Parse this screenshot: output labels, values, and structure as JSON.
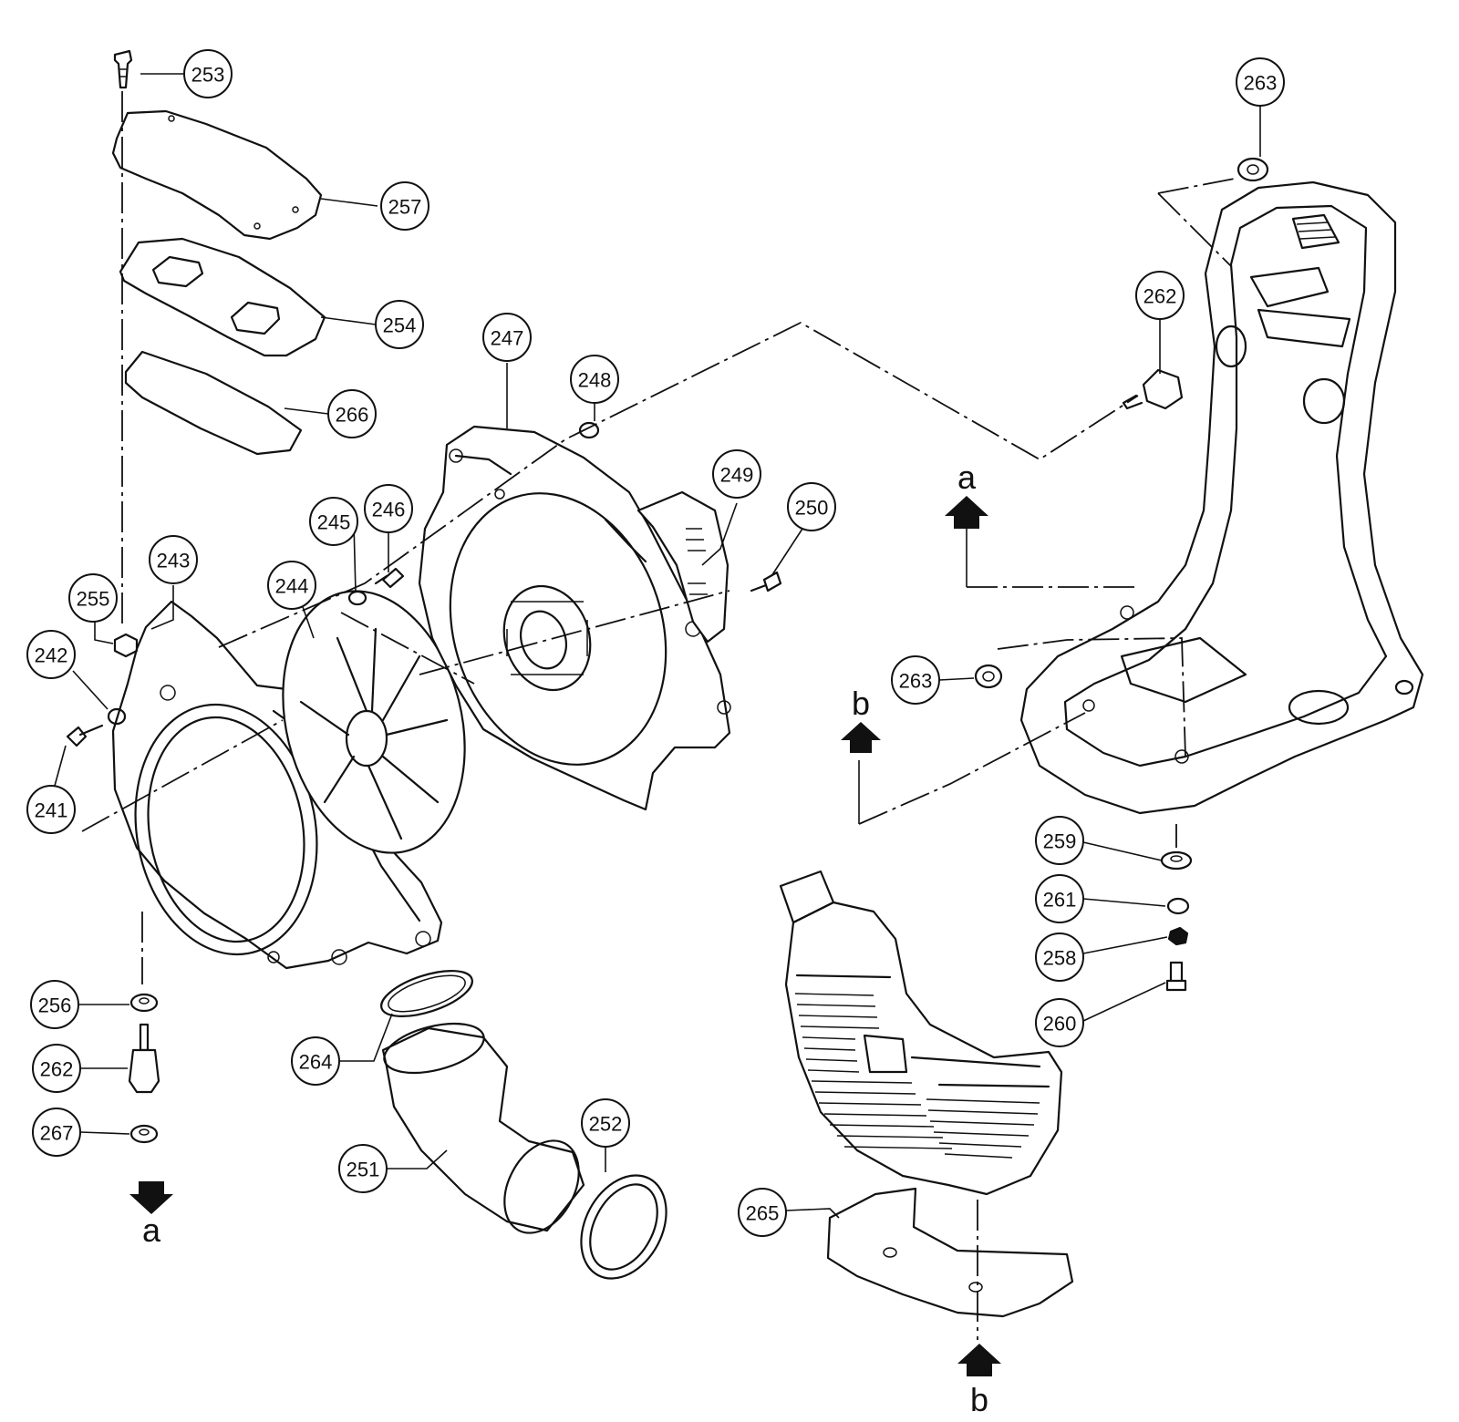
{
  "diagram": {
    "callouts": [
      {
        "label": "253"
      },
      {
        "label": "257"
      },
      {
        "label": "254"
      },
      {
        "label": "266"
      },
      {
        "label": "247"
      },
      {
        "label": "248"
      },
      {
        "label": "249"
      },
      {
        "label": "250"
      },
      {
        "label": "245"
      },
      {
        "label": "246"
      },
      {
        "label": "244"
      },
      {
        "label": "243"
      },
      {
        "label": "255"
      },
      {
        "label": "242"
      },
      {
        "label": "241"
      },
      {
        "label": "256"
      },
      {
        "label": "262"
      },
      {
        "label": "267"
      },
      {
        "label": "264"
      },
      {
        "label": "251"
      },
      {
        "label": "252"
      },
      {
        "label": "263"
      },
      {
        "label": "262"
      },
      {
        "label": "263"
      },
      {
        "label": "259"
      },
      {
        "label": "261"
      },
      {
        "label": "258"
      },
      {
        "label": "260"
      },
      {
        "label": "265"
      }
    ],
    "markers": [
      {
        "label": "a",
        "direction": "up"
      },
      {
        "label": "b",
        "direction": "up"
      },
      {
        "label": "a",
        "direction": "down"
      },
      {
        "label": "b",
        "direction": "up"
      }
    ]
  }
}
